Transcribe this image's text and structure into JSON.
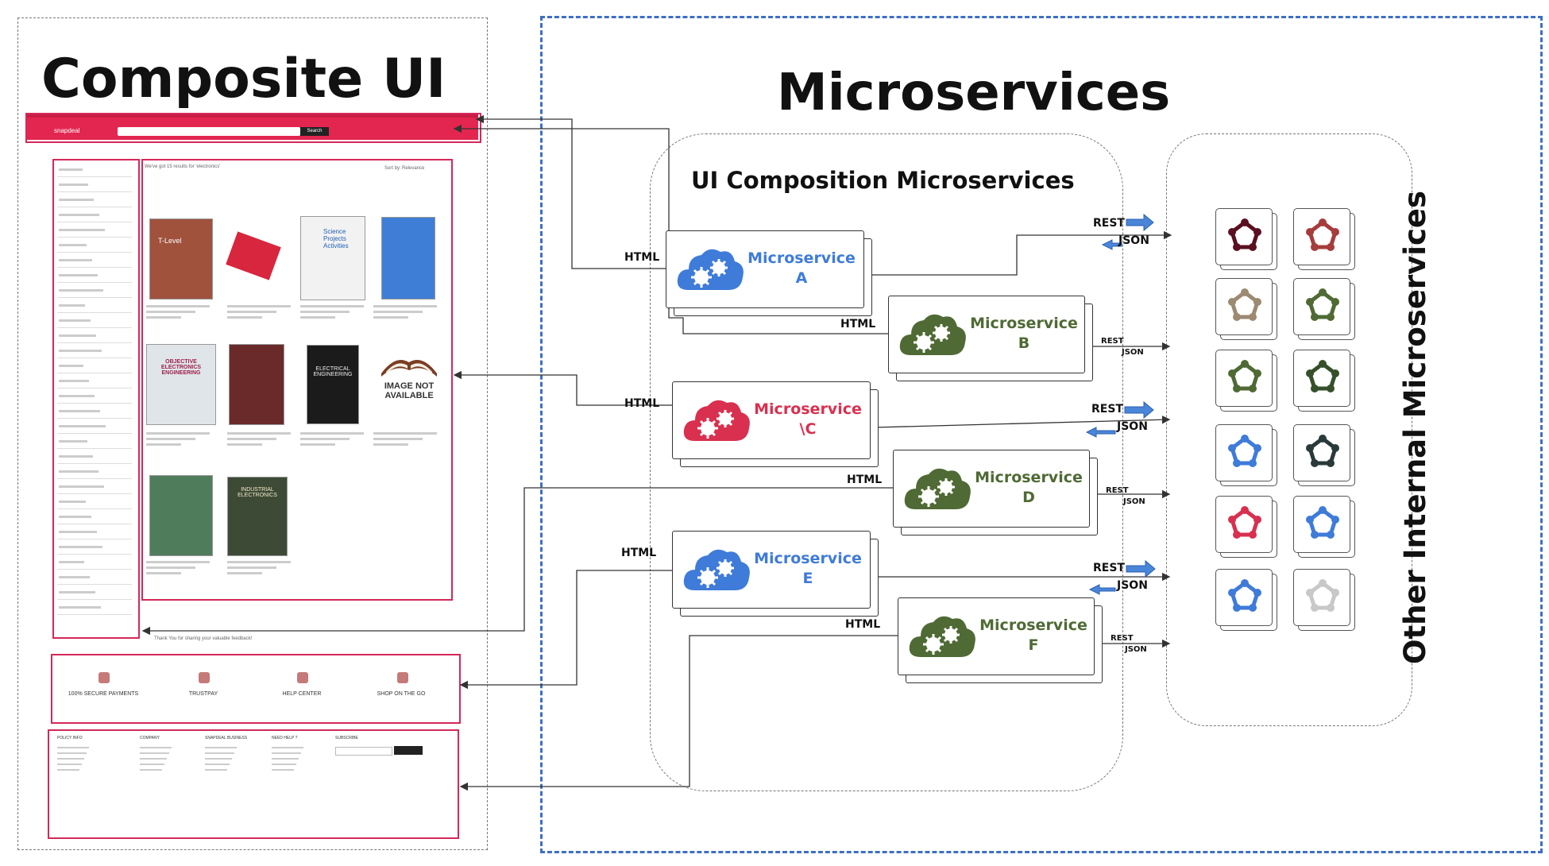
{
  "titles": {
    "composite_ui": "Composite UI",
    "microservices": "Microservices",
    "ui_composition": "UI Composition Microservices",
    "other_internal": "Other Internal Microservices"
  },
  "composite_ui_mock": {
    "logo": "snapdeal",
    "search_button": "Search",
    "results_heading": "We've got 15 results for 'electronics'",
    "sort_label": "Sort by:",
    "sort_value": "Relevance",
    "features": [
      "100% SECURE PAYMENTS",
      "TRUSTPAY",
      "HELP CENTER",
      "SHOP ON THE GO"
    ],
    "footer_columns": [
      "POLICY INFO",
      "COMPANY",
      "SNAPDEAL BUSINESS",
      "NEED HELP ?",
      "SUBSCRIBE"
    ],
    "feedback": "Thank You for sharing your valuable feedback!",
    "book_labels": [
      "T-Level",
      "Science Projects Activities",
      "OBJECTIVE ELECTRONICS ENGINEERING",
      "ELECTRICAL ENGINEERING",
      "IMAGE NOT AVAILABLE",
      "INDUSTRIAL ELECTRONICS"
    ]
  },
  "microservices": [
    {
      "name": "Microservice\nA",
      "icon": "cloud-gears-icon",
      "color": "#3f7bd9"
    },
    {
      "name": "Microservice\nB",
      "icon": "cloud-gears-icon",
      "color": "#4f6a34"
    },
    {
      "name": "Microservice\n\\C",
      "icon": "cloud-gears-icon",
      "color": "#d9304f"
    },
    {
      "name": "Microservice\nD",
      "icon": "cloud-gears-icon",
      "color": "#4f6a34"
    },
    {
      "name": "Microservice\nE",
      "icon": "cloud-gears-icon",
      "color": "#3f7bd9"
    },
    {
      "name": "Microservice\nF",
      "icon": "cloud-gears-icon",
      "color": "#4f6a34"
    }
  ],
  "edge_labels": {
    "html": "HTML",
    "rest": "REST",
    "json": "JSON"
  },
  "internal_services": [
    {
      "icon": "pentagon-network-icon",
      "color": "#5a1020"
    },
    {
      "icon": "pentagon-network-icon",
      "color": "#a63c3c"
    },
    {
      "icon": "pentagon-network-icon",
      "color": "#9c8a72"
    },
    {
      "icon": "pentagon-network-icon",
      "color": "#4f6a34"
    },
    {
      "icon": "pentagon-network-icon",
      "color": "#4f6a34"
    },
    {
      "icon": "pentagon-network-icon",
      "color": "#35502a"
    },
    {
      "icon": "pentagon-network-icon",
      "color": "#3f7bd9"
    },
    {
      "icon": "pentagon-network-icon",
      "color": "#2a3a3a"
    },
    {
      "icon": "pentagon-network-icon",
      "color": "#d9304f"
    },
    {
      "icon": "pentagon-network-icon",
      "color": "#3f7bd9"
    },
    {
      "icon": "pentagon-network-icon",
      "color": "#3f7bd9"
    },
    {
      "icon": "pentagon-network-icon",
      "color": "#c8c8c8"
    }
  ],
  "colors": {
    "accent_pink": "#d4285a",
    "header_red": "#e3264f",
    "arrow_blue": "#4a86d8",
    "boundary_blue": "#3d6fc4"
  }
}
